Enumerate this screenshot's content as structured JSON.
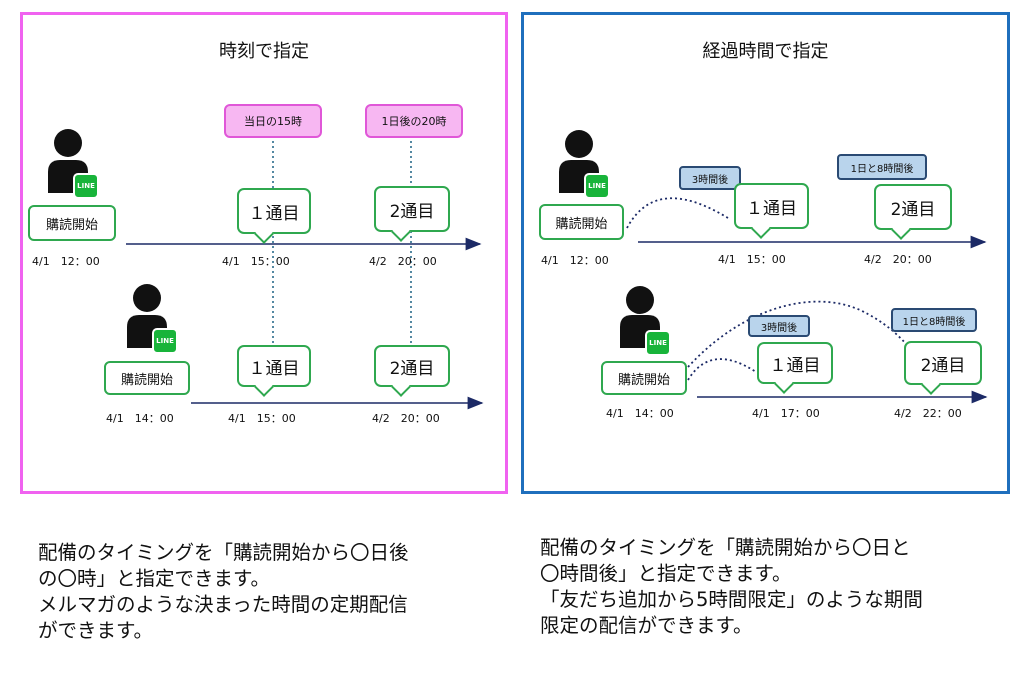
{
  "left": {
    "title": "時刻で指定",
    "tags": [
      "当日の15時",
      "1日後の20時"
    ],
    "rows": [
      {
        "start_label": "購読開始",
        "start_time": "4/1　12：00",
        "msg1": "１通目",
        "msg1_time": "4/1　15：00",
        "msg2": "2通目",
        "msg2_time": "4/2　20：00"
      },
      {
        "start_label": "購読開始",
        "start_time": "4/1　14：00",
        "msg1": "１通目",
        "msg1_time": "4/1　15：00",
        "msg2": "2通目",
        "msg2_time": "4/2　20：00"
      }
    ],
    "caption": [
      "配備のタイミングを「購読開始から〇日後",
      "の〇時」と指定できます。",
      "メルマガのような決まった時間の定期配信",
      "ができます。"
    ]
  },
  "right": {
    "title": "経過時間で指定",
    "rows": [
      {
        "start_label": "購読開始",
        "start_time": "4/1　12：00",
        "tag1": "3時間後",
        "tag2": "1日と8時間後",
        "msg1": "１通目",
        "msg1_time": "4/1　15：00",
        "msg2": "2通目",
        "msg2_time": "4/2　20：00"
      },
      {
        "start_label": "購読開始",
        "start_time": "4/1　14：00",
        "tag1": "3時間後",
        "tag2": "1日と8時間後",
        "msg1": "１通目",
        "msg1_time": "4/1　17：00",
        "msg2": "2通目",
        "msg2_time": "4/2　22：00"
      }
    ],
    "caption": [
      "配備のタイミングを「購読開始から〇日と",
      "〇時間後」と指定できます。",
      "「友だち追加から5時間限定」のような期間",
      "限定の配信ができます。"
    ]
  },
  "line_badge_text": "LINE",
  "colors": {
    "pink_border": "#f062f0",
    "blue_border": "#1f6fbd",
    "green": "#2fa84f",
    "arrow": "#1c2a66",
    "line_green": "#18b43a"
  }
}
